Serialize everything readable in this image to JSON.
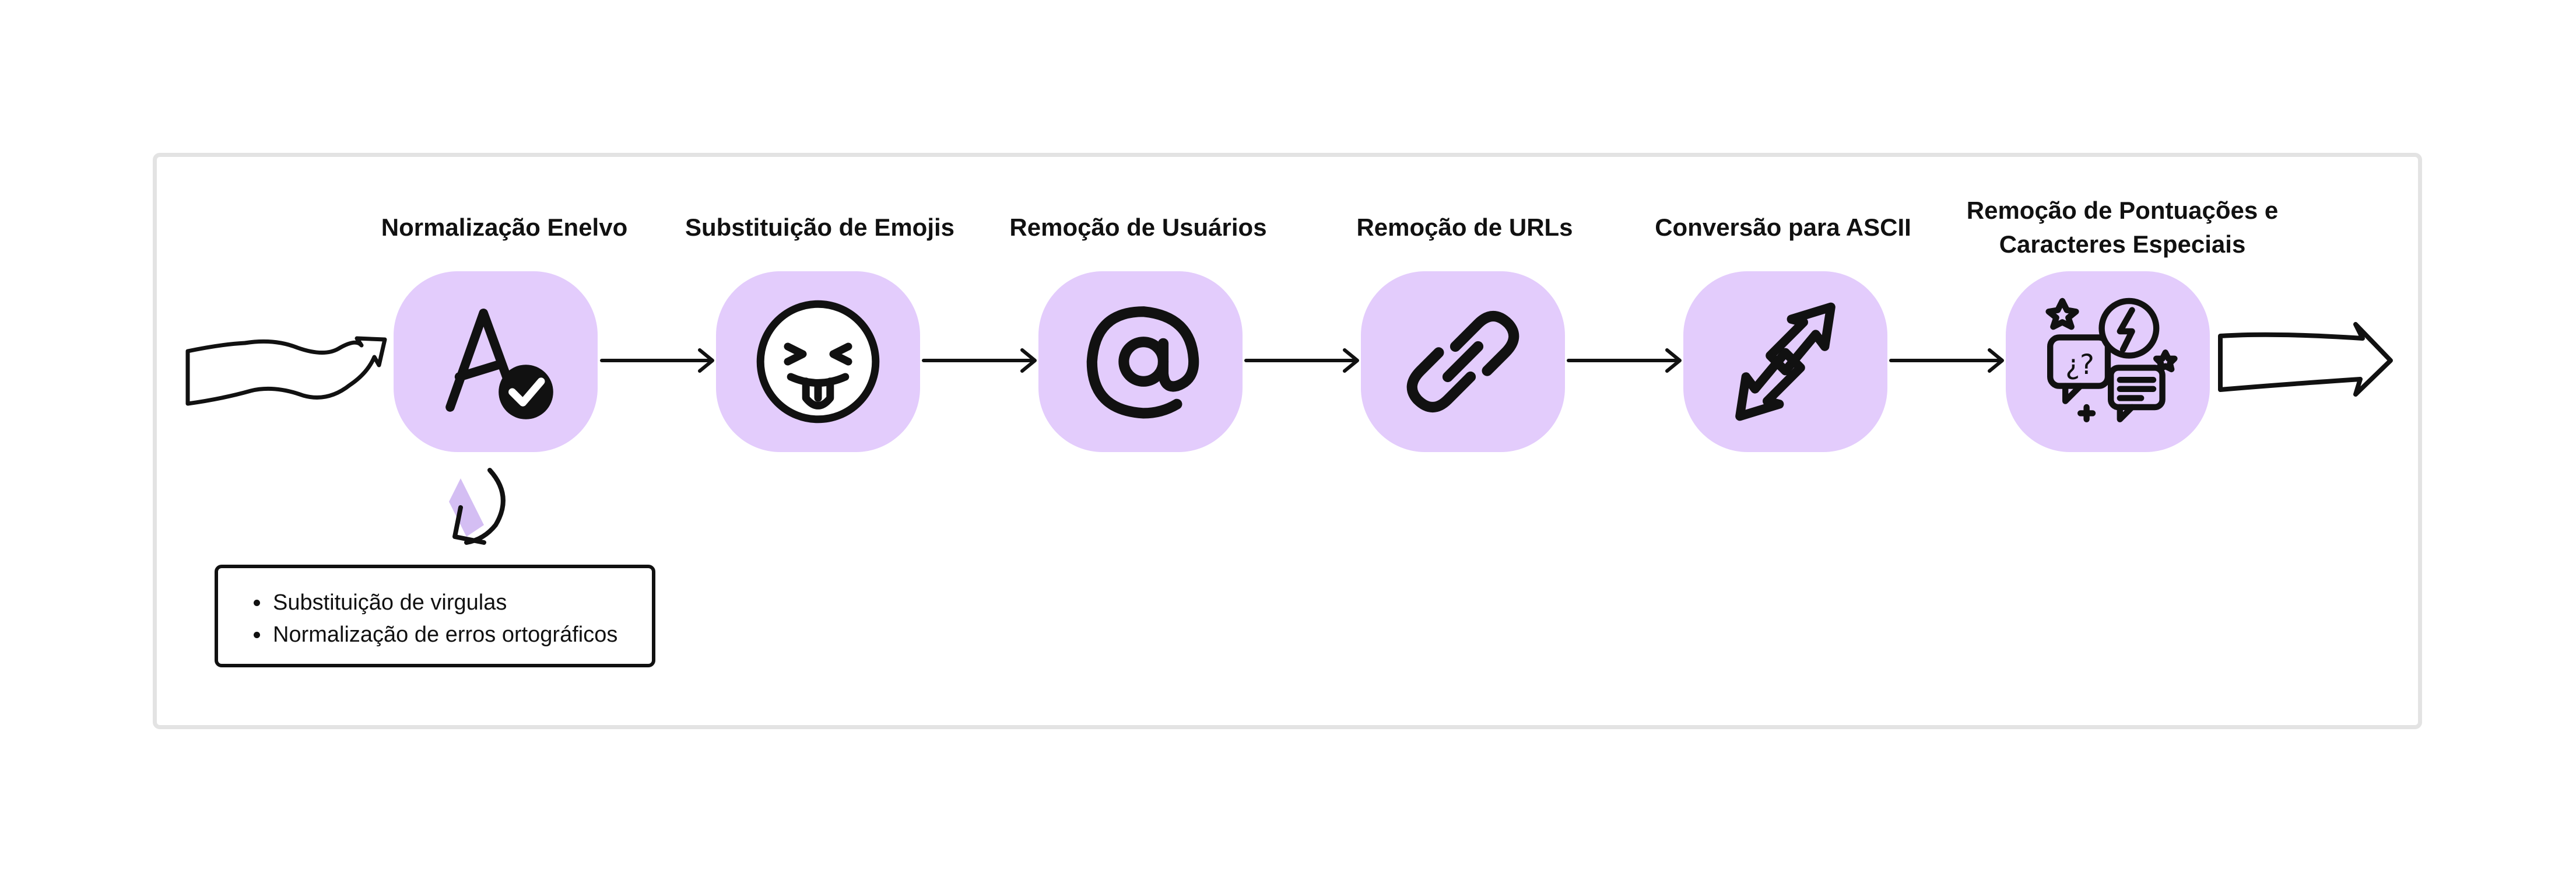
{
  "steps": [
    {
      "title": "Normalização Enelvo",
      "icon": "text-check-icon"
    },
    {
      "title": "Substituição de Emojis",
      "icon": "tongue-emoji-icon"
    },
    {
      "title": "Remoção de Usuários",
      "icon": "at-sign-icon"
    },
    {
      "title": "Remoção de URLs",
      "icon": "link-icon"
    },
    {
      "title": "Conversão para ASCII",
      "icon": "exchange-arrows-icon"
    },
    {
      "title": "Remoção de Pontuações e Caracteres Especiais",
      "icon": "chat-bubbles-icon"
    }
  ],
  "notes": {
    "items": [
      "Substituição de virgulas",
      "Normalização de erros ortográficos"
    ]
  },
  "colors": {
    "node_fill": "#e3ccfc",
    "stroke": "#111111",
    "frame": "#e3e3e3"
  }
}
